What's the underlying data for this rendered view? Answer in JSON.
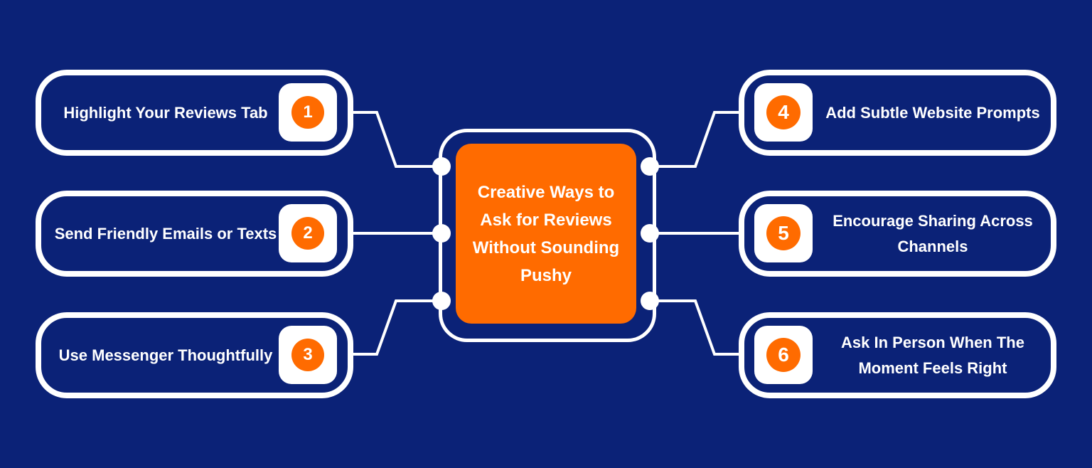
{
  "center": {
    "title": "Creative Ways to Ask for Reviews Without Sounding Pushy"
  },
  "items": [
    {
      "number": "1",
      "label": "Highlight Your Reviews Tab"
    },
    {
      "number": "2",
      "label": "Send Friendly Emails or Texts"
    },
    {
      "number": "3",
      "label": "Use Messenger Thoughtfully"
    },
    {
      "number": "4",
      "label": "Add Subtle Website Prompts"
    },
    {
      "number": "5",
      "label": "Encourage Sharing Across Channels"
    },
    {
      "number": "6",
      "label": "Ask In Person When The Moment Feels Right"
    }
  ],
  "colors": {
    "background": "#0b2277",
    "accent": "#ff6b00",
    "line": "#ffffff"
  }
}
